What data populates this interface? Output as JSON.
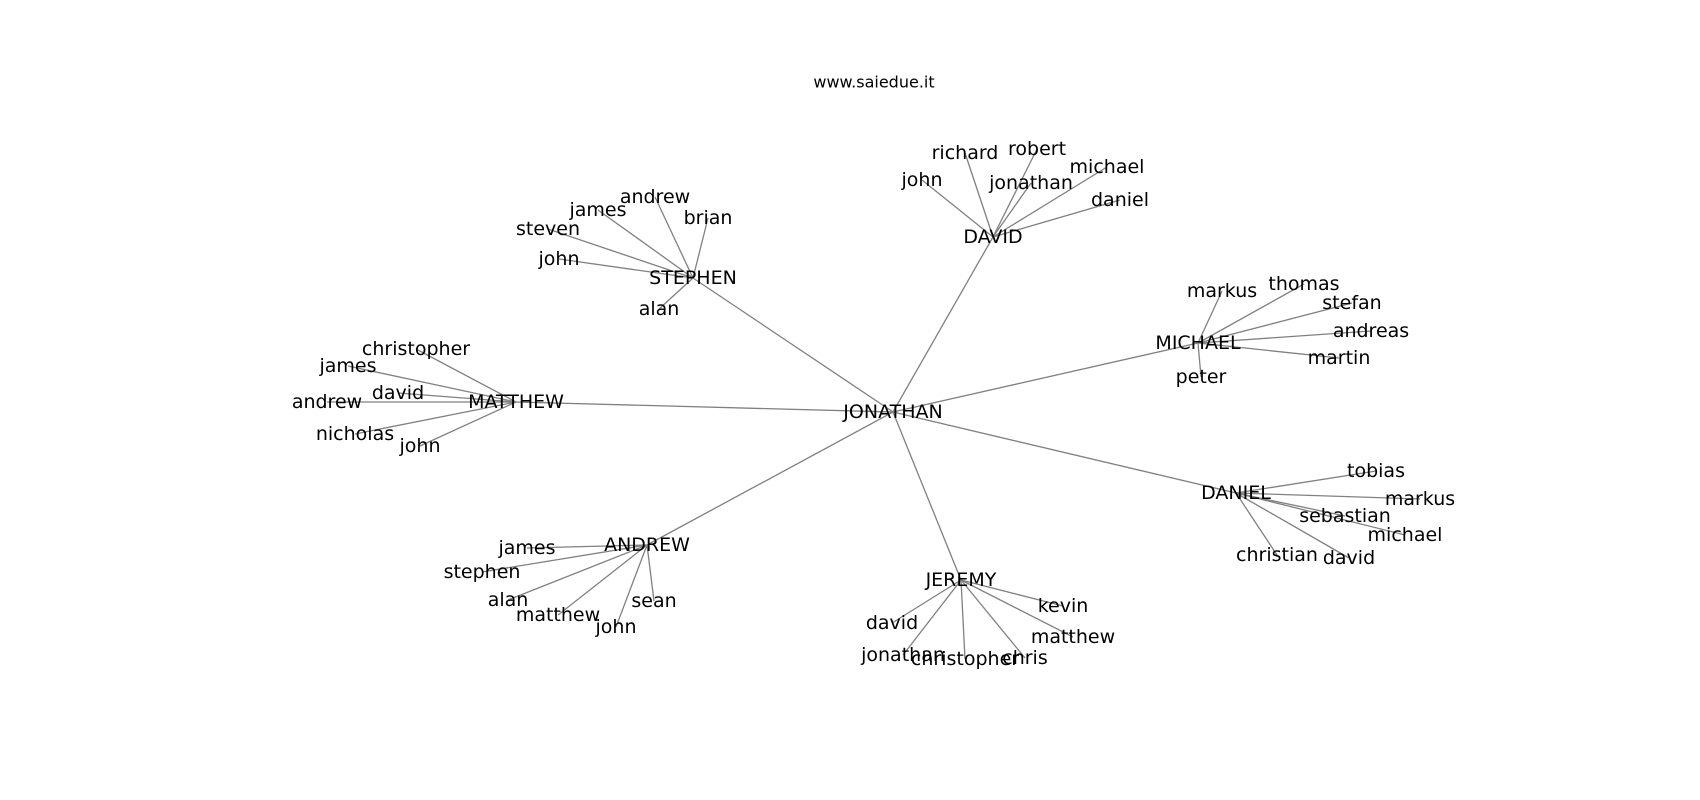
{
  "watermark": "www.saiedue.it",
  "graph": {
    "center": "JONATHAN",
    "edge_color": "#808080",
    "groups": [
      {
        "name": "STEPHEN",
        "children": [
          "andrew",
          "james",
          "brian",
          "steven",
          "john",
          "alan"
        ]
      },
      {
        "name": "DAVID",
        "children": [
          "richard",
          "robert",
          "john",
          "jonathan",
          "michael",
          "daniel"
        ]
      },
      {
        "name": "MICHAEL",
        "children": [
          "markus",
          "thomas",
          "stefan",
          "andreas",
          "martin",
          "peter"
        ]
      },
      {
        "name": "MATTHEW",
        "children": [
          "christopher",
          "james",
          "david",
          "andrew",
          "nicholas",
          "john"
        ]
      },
      {
        "name": "DANIEL",
        "children": [
          "tobias",
          "markus",
          "sebastian",
          "michael",
          "christian",
          "david"
        ]
      },
      {
        "name": "ANDREW",
        "children": [
          "james",
          "stephen",
          "alan",
          "matthew",
          "john",
          "sean"
        ]
      },
      {
        "name": "JEREMY",
        "children": [
          "kevin",
          "david",
          "matthew",
          "jonathan",
          "christopher",
          "chris"
        ]
      }
    ]
  }
}
